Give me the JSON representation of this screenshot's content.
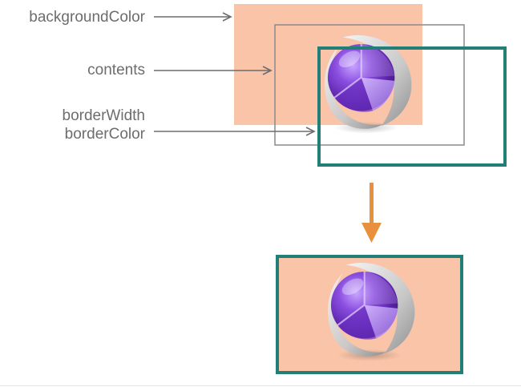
{
  "labels": {
    "background_color": "backgroundColor",
    "contents": "contents",
    "border_width": "borderWidth",
    "border_color": "borderColor"
  },
  "colors": {
    "background_fill": "#f9c4a8",
    "border_teal": "#227f78",
    "contents_frame": "#8a8a8a",
    "arrow_gray": "#6d6d6d",
    "down_arrow_orange": "#e8903c",
    "sphere_purple": "#7a3fc0"
  },
  "icons": {
    "sphere_graphic": "purple-glass-sphere-icon"
  }
}
